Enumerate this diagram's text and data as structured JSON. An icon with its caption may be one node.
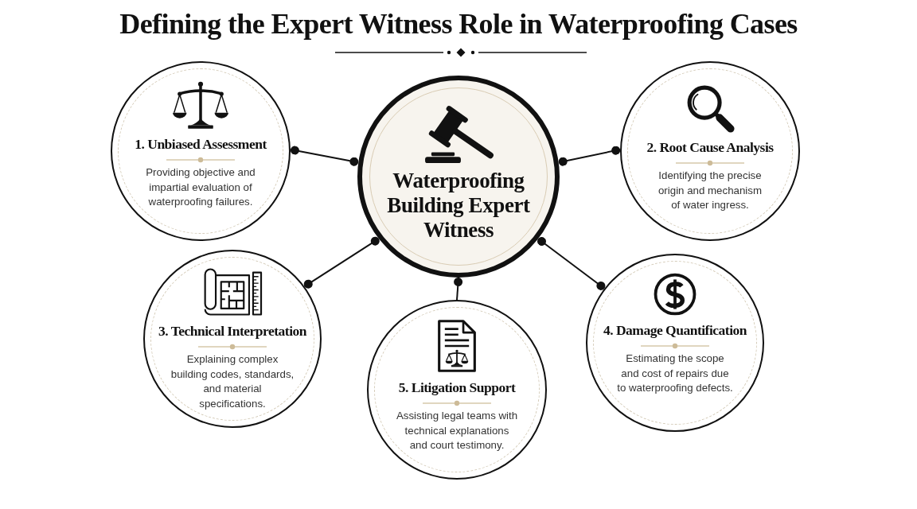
{
  "diagram": {
    "title": "Defining the Expert Witness Role in Waterproofing Cases",
    "nodes": [
      {
        "text": [
          "Waterproofing Building Expert Witness"
        ]
      },
      {
        "text": [
          "1. Unbiased Assessment",
          "Providing objective and impartial evaluation of waterproofing failures."
        ]
      },
      {
        "text": [
          "2. Root Cause Analysis",
          "Identifying the precise origin and mechanism of water ingress."
        ]
      },
      {
        "text": [
          "3. Technical Interpretation",
          "Explaining complex building codes, standards, and material specifications."
        ]
      },
      {
        "text": [
          "4. Damage Quantification",
          "Estimating the scope and cost of repairs due to waterproofing defects."
        ]
      },
      {
        "text": [
          "5. Litigation Support",
          "Assisting legal teams with technical explanations and court testimony."
        ]
      }
    ],
    "edges": [
      {
        "from": 0,
        "to": 1,
        "arrow": "other"
      },
      {
        "from": 0,
        "to": 2,
        "arrow": "other"
      },
      {
        "from": 0,
        "to": 3,
        "arrow": "other"
      },
      {
        "from": 0,
        "to": 4,
        "arrow": "other"
      },
      {
        "from": 0,
        "to": 5,
        "arrow": "other"
      }
    ]
  }
}
